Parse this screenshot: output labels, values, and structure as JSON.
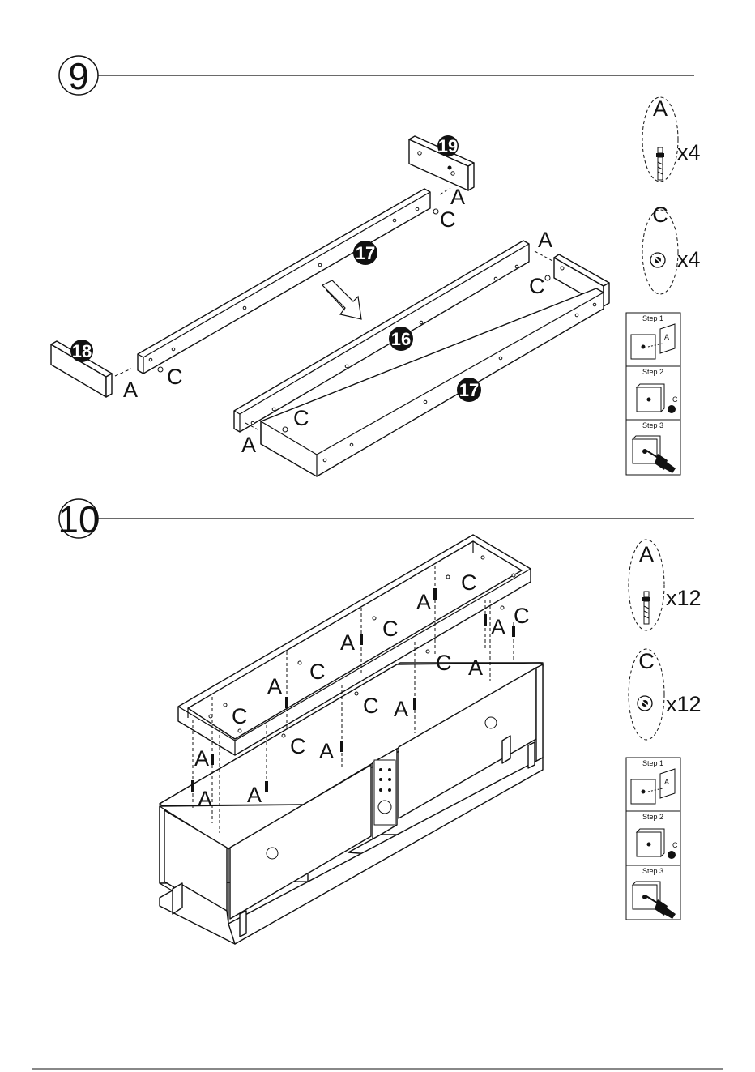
{
  "steps": [
    {
      "number": "9",
      "parts": [
        "19",
        "17",
        "18",
        "16",
        "17"
      ],
      "labels": {
        "A": "A",
        "C": "C"
      },
      "hardware": [
        {
          "letter": "A",
          "qty": "x4",
          "icon": "cam-bolt-icon"
        },
        {
          "letter": "C",
          "qty": "x4",
          "icon": "cam-lock-icon"
        }
      ],
      "substeps": [
        "Step  1",
        "Step  2",
        "Step  3"
      ]
    },
    {
      "number": "10",
      "labels": {
        "A": "A",
        "C": "C"
      },
      "hardware": [
        {
          "letter": "A",
          "qty": "x12",
          "icon": "cam-bolt-icon"
        },
        {
          "letter": "C",
          "qty": "x12",
          "icon": "cam-lock-icon"
        }
      ],
      "substeps": [
        "Step  1",
        "Step  2",
        "Step  3"
      ]
    }
  ]
}
